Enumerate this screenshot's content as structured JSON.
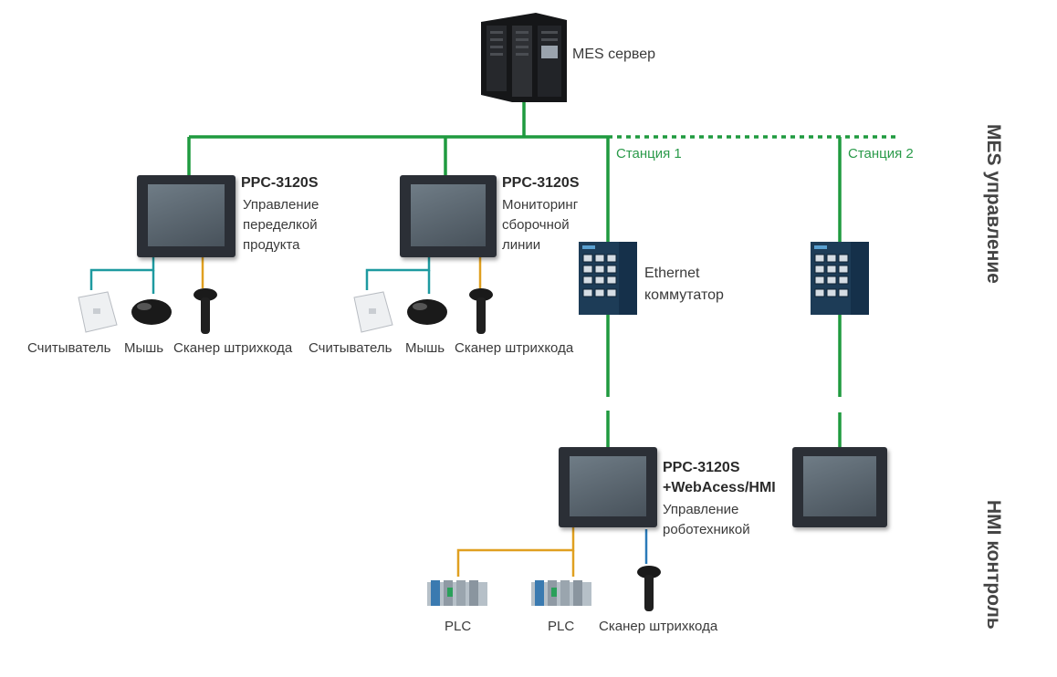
{
  "server": {
    "label": "MES сервер",
    "icon": "server-rack-icon"
  },
  "stations": [
    "Станция 1",
    "Станция 2"
  ],
  "sections": {
    "mes": "MES управление",
    "hmi": "HMI контроль"
  },
  "ppc_left": {
    "model": "PPC-3120S",
    "desc": [
      "Управление",
      "переделкой",
      "продукта"
    ]
  },
  "ppc_mid": {
    "model": "PPC-3120S",
    "desc": [
      "Мониторинг",
      "сборочной",
      "линии"
    ]
  },
  "ppc_hmi": {
    "model": "PPC-3120S",
    "model2": "+WebAcess/HMI",
    "desc": [
      "Управление",
      "роботехникой"
    ]
  },
  "switch": {
    "label": [
      "Ethernet",
      "коммутатор"
    ]
  },
  "peripherals_left": [
    "Считыватель",
    "Мышь",
    "Сканер штрихкода"
  ],
  "peripherals_mid": [
    "Считыватель",
    "Мышь",
    "Сканер штрихкода"
  ],
  "peripherals_hmi": [
    "PLC",
    "PLC",
    "Сканер штрихкода"
  ],
  "colors": {
    "network": "#1f9a3f",
    "usb": "#1e9aa0",
    "serial": "#e0a020",
    "hmi_usb": "#2a7ab8"
  }
}
